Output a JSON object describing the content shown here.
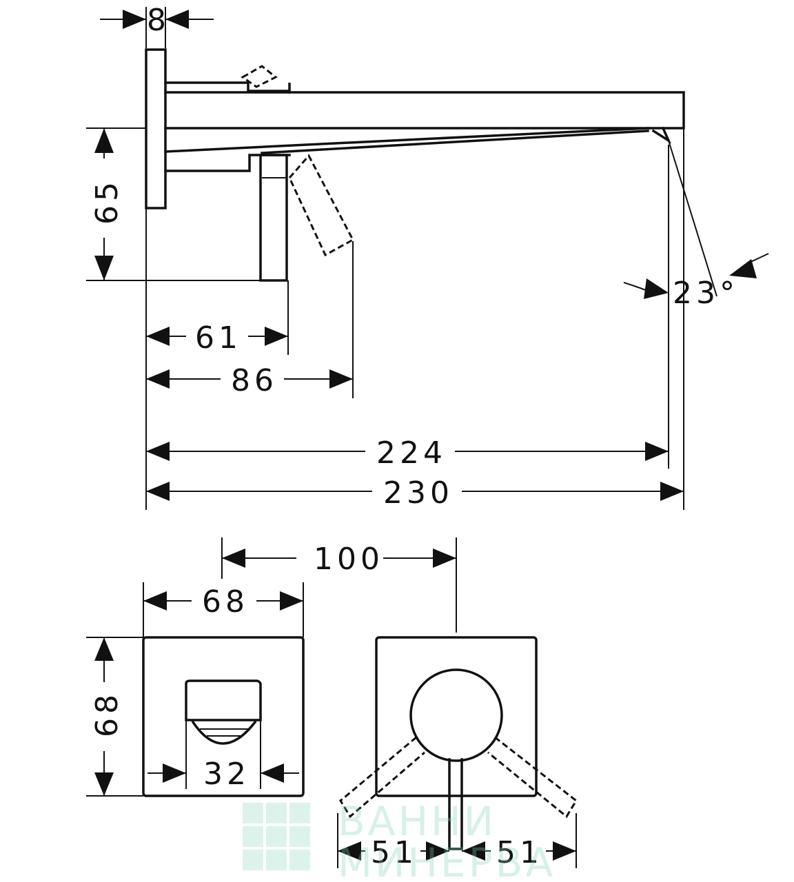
{
  "dimensions": {
    "top_width": "8",
    "height_65": "65",
    "d61": "61",
    "d86": "86",
    "d224": "224",
    "d230": "230",
    "angle": "23°",
    "d100": "100",
    "d68_w": "68",
    "d68_h": "68",
    "d32": "32",
    "d51_l": "51",
    "d51_r": "51"
  },
  "watermark": {
    "line1": "ВАННИ",
    "line2": "МИНЕРВА",
    "color": "#7fcfb5"
  }
}
